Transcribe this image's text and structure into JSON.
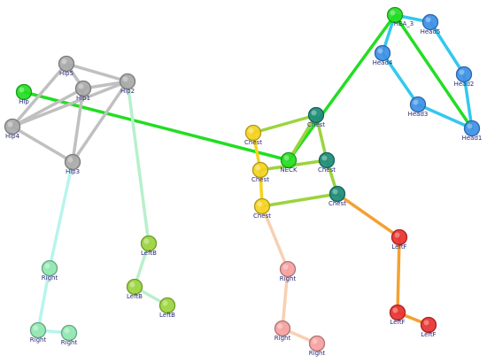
{
  "diagram": {
    "nodes": [
      {
        "id": "hea3",
        "label": "HEA_3",
        "color": "#22dd22"
      },
      {
        "id": "head5",
        "label": "Head5",
        "color": "#3d8fe6"
      },
      {
        "id": "head4",
        "label": "Head4",
        "color": "#3d8fe6"
      },
      {
        "id": "head2",
        "label": "Head2",
        "color": "#3d8fe6"
      },
      {
        "id": "head3",
        "label": "Head3",
        "color": "#3d8fe6"
      },
      {
        "id": "head1",
        "label": "Head1",
        "color": "#3d8fe6"
      },
      {
        "id": "hip5",
        "label": "Hip5",
        "color": "#a9a9a9"
      },
      {
        "id": "hip1",
        "label": "Hip1",
        "color": "#a9a9a9"
      },
      {
        "id": "hip2",
        "label": "Hip2",
        "color": "#a9a9a9"
      },
      {
        "id": "hip",
        "label": "Hip",
        "color": "#22dd22"
      },
      {
        "id": "hip4",
        "label": "Hip4",
        "color": "#a9a9a9"
      },
      {
        "id": "hip3",
        "label": "Hip3",
        "color": "#a9a9a9"
      },
      {
        "id": "chestY1",
        "label": "Chest",
        "color": "#f5d320"
      },
      {
        "id": "chestT1",
        "label": "Chest",
        "color": "#1b8a7a"
      },
      {
        "id": "chestY2",
        "label": "Chest",
        "color": "#f5d320"
      },
      {
        "id": "neck",
        "label": "NECK",
        "color": "#22dd22"
      },
      {
        "id": "chestT2",
        "label": "Chest",
        "color": "#1b8a7a"
      },
      {
        "id": "chestY3",
        "label": "Chest",
        "color": "#f5d320"
      },
      {
        "id": "chestT3",
        "label": "Chest",
        "color": "#1b8a7a"
      },
      {
        "id": "leftb1",
        "label": "LeftB",
        "color": "#9bd43c"
      },
      {
        "id": "leftb2",
        "label": "LeftB",
        "color": "#9bd43c"
      },
      {
        "id": "leftb3",
        "label": "LeftB",
        "color": "#9bd43c"
      },
      {
        "id": "right1",
        "label": "Right",
        "color": "#8fe6b0"
      },
      {
        "id": "right2",
        "label": "Right",
        "color": "#8fe6b0"
      },
      {
        "id": "right3",
        "label": "Right",
        "color": "#8fe6b0"
      },
      {
        "id": "rightP1",
        "label": "Right",
        "color": "#f5a0a0"
      },
      {
        "id": "rightP2",
        "label": "Right",
        "color": "#f5a0a0"
      },
      {
        "id": "rightP3",
        "label": "Right",
        "color": "#f5a0a0"
      },
      {
        "id": "leftf1",
        "label": "LeftF",
        "color": "#e83030"
      },
      {
        "id": "leftf2",
        "label": "LeftF",
        "color": "#e83030"
      },
      {
        "id": "leftf3",
        "label": "LeftF",
        "color": "#e83030"
      }
    ],
    "edges": [
      {
        "from": "hea3",
        "to": "head5",
        "color": "#33c8ee"
      },
      {
        "from": "head5",
        "to": "head2",
        "color": "#33c8ee"
      },
      {
        "from": "head2",
        "to": "head1",
        "color": "#33c8ee"
      },
      {
        "from": "hea3",
        "to": "head4",
        "color": "#33c8ee"
      },
      {
        "from": "head4",
        "to": "head3",
        "color": "#33c8ee"
      },
      {
        "from": "head3",
        "to": "head1",
        "color": "#33c8ee"
      },
      {
        "from": "hea3",
        "to": "head1",
        "color": "#22dd22"
      },
      {
        "from": "hea3",
        "to": "neck",
        "color": "#22dd22"
      },
      {
        "from": "hip",
        "to": "neck",
        "color": "#22dd22"
      },
      {
        "from": "hip5",
        "to": "hip2",
        "color": "#c0c0c0"
      },
      {
        "from": "hip5",
        "to": "hip1",
        "color": "#c0c0c0"
      },
      {
        "from": "hip5",
        "to": "hip4",
        "color": "#c0c0c0"
      },
      {
        "from": "hip1",
        "to": "hip2",
        "color": "#c0c0c0"
      },
      {
        "from": "hip1",
        "to": "hip4",
        "color": "#c0c0c0"
      },
      {
        "from": "hip1",
        "to": "hip3",
        "color": "#c0c0c0"
      },
      {
        "from": "hip2",
        "to": "hip3",
        "color": "#c0c0c0"
      },
      {
        "from": "hip2",
        "to": "hip4",
        "color": "#c0c0c0"
      },
      {
        "from": "hip4",
        "to": "hip3",
        "color": "#c0c0c0"
      },
      {
        "from": "hip2",
        "to": "leftb1",
        "color": "#b8f0cc"
      },
      {
        "from": "leftb1",
        "to": "leftb2",
        "color": "#b8f0cc"
      },
      {
        "from": "leftb2",
        "to": "leftb3",
        "color": "#b8f0cc"
      },
      {
        "from": "hip3",
        "to": "right1",
        "color": "#b8f4ee"
      },
      {
        "from": "right1",
        "to": "right2",
        "color": "#b8f4ee"
      },
      {
        "from": "right2",
        "to": "right3",
        "color": "#b8f4ee"
      },
      {
        "from": "chestY1",
        "to": "chestT1",
        "color": "#9bd43c"
      },
      {
        "from": "chestY1",
        "to": "chestY2",
        "color": "#f5d320"
      },
      {
        "from": "chestY2",
        "to": "chestY3",
        "color": "#f5d320"
      },
      {
        "from": "chestY2",
        "to": "chestT2",
        "color": "#9bd43c"
      },
      {
        "from": "chestY3",
        "to": "chestT3",
        "color": "#9bd43c"
      },
      {
        "from": "chestT1",
        "to": "chestT2",
        "color": "#9bd43c"
      },
      {
        "from": "chestT2",
        "to": "chestT3",
        "color": "#9bd43c"
      },
      {
        "from": "chestT1",
        "to": "neck",
        "color": "#9bd43c"
      },
      {
        "from": "chestY3",
        "to": "rightP1",
        "color": "#f8d0b0"
      },
      {
        "from": "rightP1",
        "to": "rightP2",
        "color": "#f8d0b0"
      },
      {
        "from": "rightP2",
        "to": "rightP3",
        "color": "#f8d0b0"
      },
      {
        "from": "chestT3",
        "to": "leftf1",
        "color": "#f5a030"
      },
      {
        "from": "leftf1",
        "to": "leftf2",
        "color": "#f5a030"
      },
      {
        "from": "leftf2",
        "to": "leftf3",
        "color": "#f5a030"
      }
    ]
  }
}
